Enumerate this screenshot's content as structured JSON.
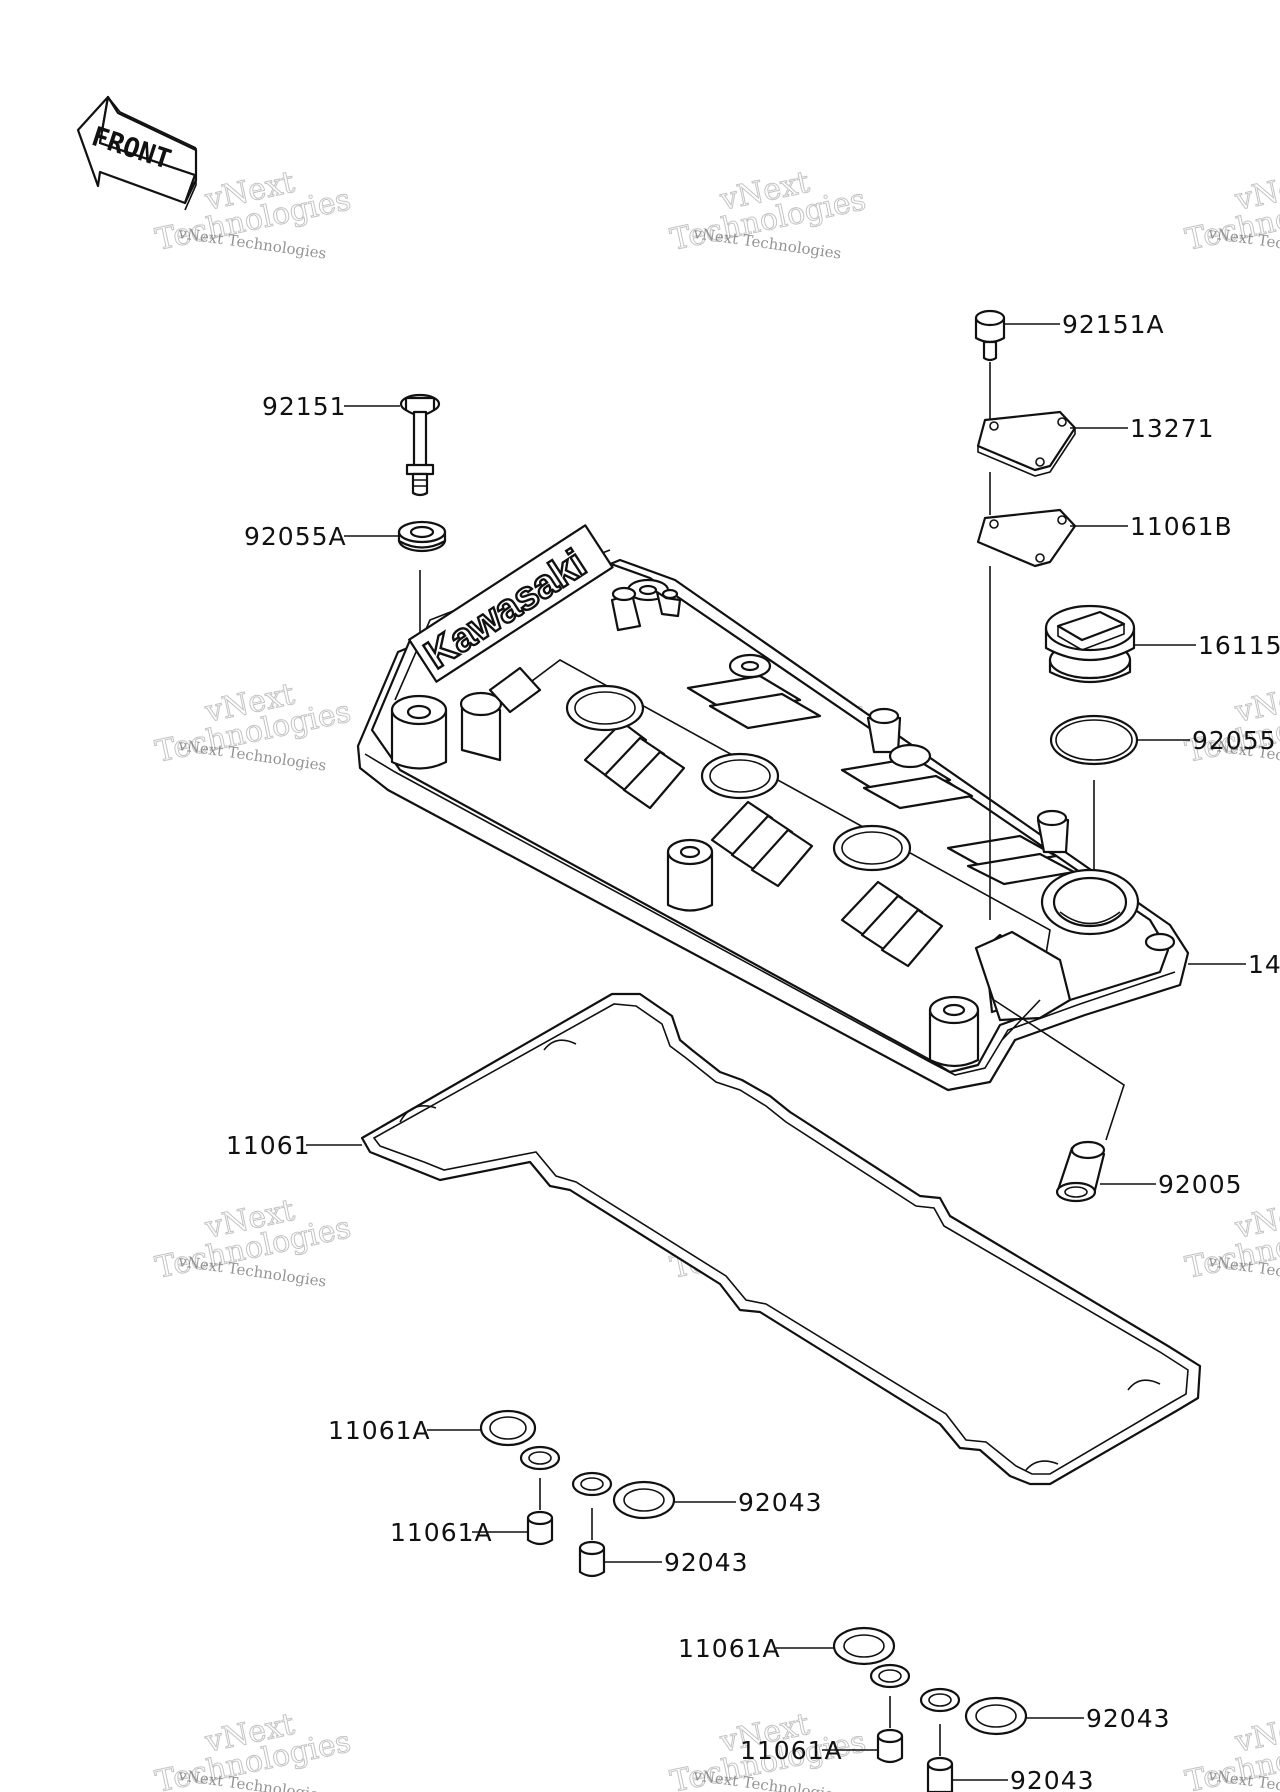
{
  "front_arrow": {
    "text": "FRONT"
  },
  "brand_logo": {
    "text": "Kawasaki"
  },
  "watermark": {
    "line1": "vNext Technologies",
    "line2": "vNext",
    "line3": "Technologies"
  },
  "callouts": [
    "92151A",
    "13271",
    "11061B",
    "16115",
    "92055",
    "14",
    "92151",
    "92055A",
    "11061",
    "92005",
    "11061A",
    "92043",
    "11061A",
    "92043",
    "11061A",
    "92043",
    "11061A",
    "92043"
  ],
  "colors": {
    "line": "#111111",
    "background": "#ffffff",
    "watermark": "#b5b5b5"
  }
}
